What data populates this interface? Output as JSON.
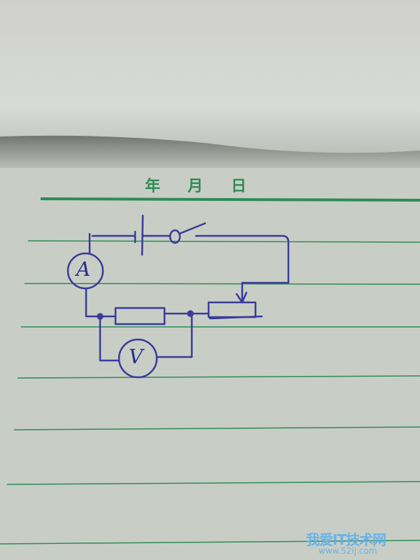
{
  "notebook_header": {
    "year": "年",
    "month": "月",
    "day": "日"
  },
  "circuit": {
    "ammeter_label": "A",
    "voltmeter_label": "V",
    "components": [
      "battery",
      "switch",
      "ammeter",
      "fixed-resistor",
      "voltmeter",
      "rheostat"
    ]
  },
  "watermark": {
    "title": "我爱IT技术网",
    "url": "www.52ij.com"
  },
  "colors": {
    "ink": "#3a3a9a",
    "ruling": "#2f8a58",
    "paper": "#c9cfc6"
  }
}
